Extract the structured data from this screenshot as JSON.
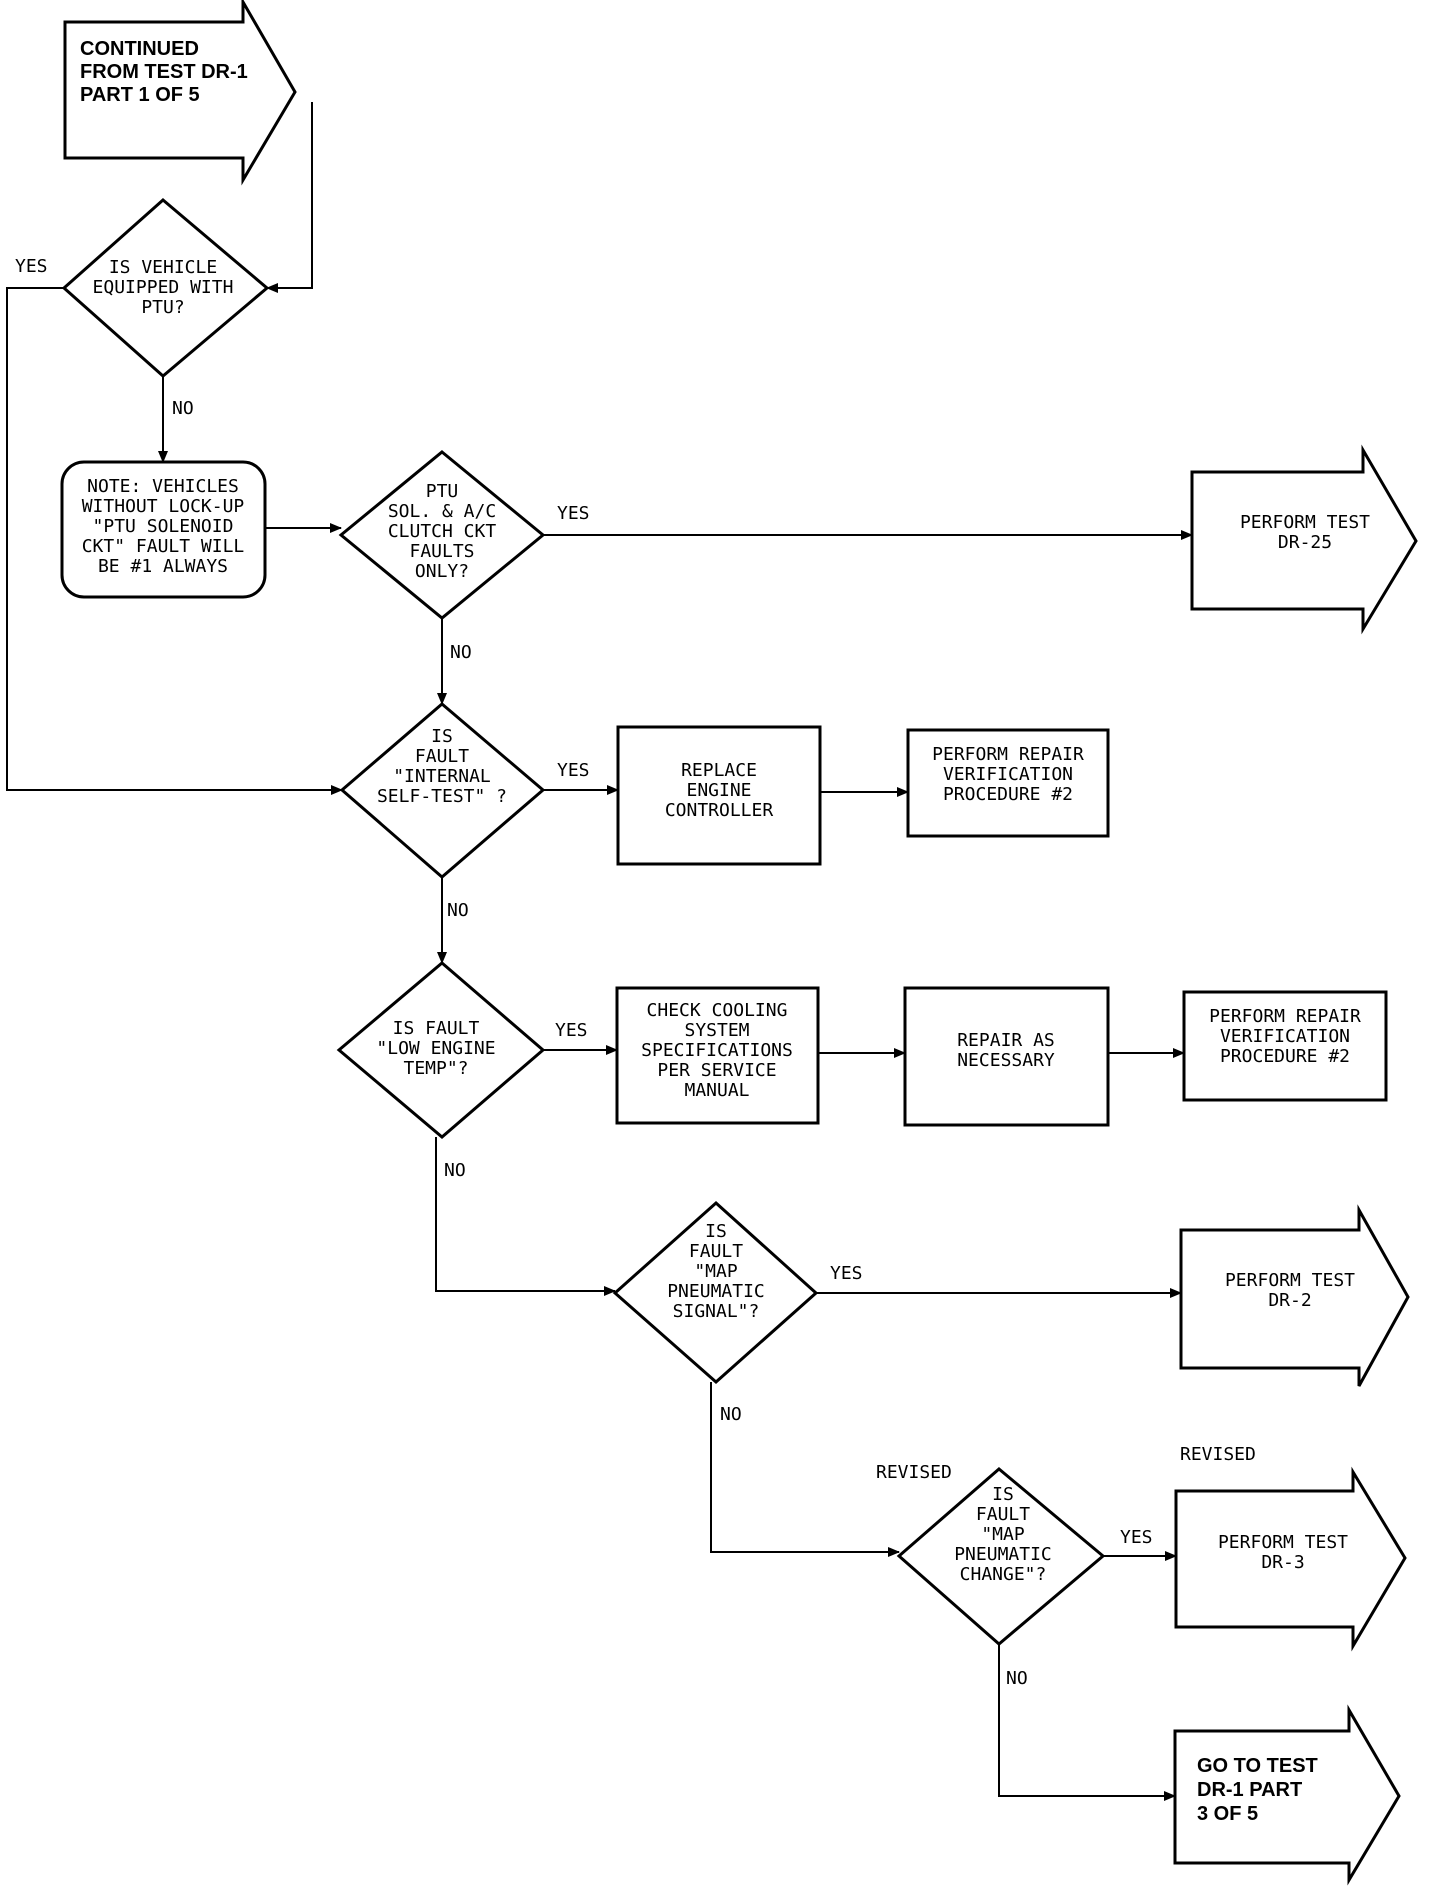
{
  "nodes": {
    "start": {
      "lines": [
        "CONTINUED",
        "FROM TEST DR-1",
        "PART 1 OF 5"
      ]
    },
    "q_ptu": {
      "lines": [
        "IS VEHICLE",
        "EQUIPPED WITH",
        "PTU?"
      ]
    },
    "note": {
      "lines": [
        "NOTE: VEHICLES",
        "WITHOUT LOCK-UP",
        "\"PTU SOLENOID",
        "CKT\" FAULT WILL",
        "BE #1 ALWAYS"
      ]
    },
    "q_ptu_sol": {
      "lines": [
        "PTU",
        "SOL. & A/C",
        "CLUTCH CKT",
        "FAULTS",
        "ONLY?"
      ]
    },
    "dr25": {
      "lines": [
        "PERFORM TEST",
        "DR-25"
      ]
    },
    "q_internal": {
      "lines": [
        "IS",
        "FAULT",
        "\"INTERNAL",
        "SELF-TEST\" ?"
      ]
    },
    "replace_ctrl": {
      "lines": [
        "REPLACE",
        "ENGINE",
        "CONTROLLER"
      ]
    },
    "verify1": {
      "lines": [
        "PERFORM REPAIR",
        "VERIFICATION",
        "PROCEDURE #2"
      ]
    },
    "q_low_temp": {
      "lines": [
        "IS FAULT",
        "\"LOW ENGINE",
        "TEMP\"?"
      ]
    },
    "check_cooling": {
      "lines": [
        "CHECK COOLING",
        "SYSTEM",
        "SPECIFICATIONS",
        "PER SERVICE",
        "MANUAL"
      ]
    },
    "repair": {
      "lines": [
        "REPAIR AS",
        "NECESSARY"
      ]
    },
    "verify2": {
      "lines": [
        "PERFORM REPAIR",
        "VERIFICATION",
        "PROCEDURE #2"
      ]
    },
    "q_map_signal": {
      "lines": [
        "IS",
        "FAULT",
        "\"MAP",
        "PNEUMATIC",
        "SIGNAL\"?"
      ]
    },
    "dr2": {
      "lines": [
        "PERFORM TEST",
        "DR-2"
      ]
    },
    "q_map_change": {
      "lines": [
        "IS",
        "FAULT",
        "\"MAP",
        "PNEUMATIC",
        "CHANGE\"?"
      ]
    },
    "dr3": {
      "lines": [
        "PERFORM TEST",
        "DR-3"
      ]
    },
    "goto": {
      "lines": [
        "GO TO TEST",
        "DR-1 PART",
        "3 OF 5"
      ]
    }
  },
  "edge_labels": {
    "q_ptu_yes": "YES",
    "q_ptu_no": "NO",
    "q_ptu_sol_yes": "YES",
    "q_ptu_sol_no": "NO",
    "q_internal_yes": "YES",
    "q_internal_no": "NO",
    "q_low_temp_yes": "YES",
    "q_low_temp_no": "NO",
    "q_map_signal_yes": "YES",
    "q_map_signal_no": "NO",
    "q_map_change_yes": "YES",
    "q_map_change_no": "NO"
  },
  "annotations": {
    "revised_decision": "REVISED",
    "revised_dr3": "REVISED"
  }
}
